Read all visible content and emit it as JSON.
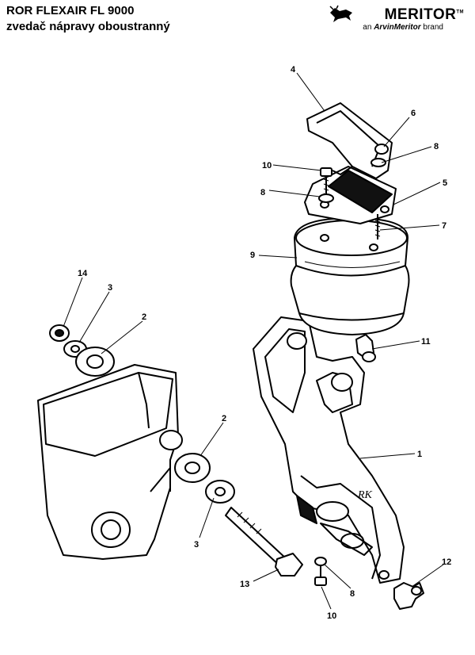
{
  "header": {
    "title_line1": "ROR  FLEXAIR FL 9000",
    "title_line2": "zvedač nápravy oboustranný"
  },
  "logo": {
    "brand": "MERITOR",
    "tm": "TM",
    "sub_prefix": "an ",
    "sub_brand": "ArvinMeritor",
    "sub_suffix": " brand",
    "icon": "bull-logo-icon"
  },
  "callouts": {
    "c1": "1",
    "c2a": "2",
    "c2b": "2",
    "c3a": "3",
    "c3b": "3",
    "c4": "4",
    "c5": "5",
    "c6": "6",
    "c7": "7",
    "c8a": "8",
    "c8b": "8",
    "c8c": "8",
    "c9": "9",
    "c10a": "10",
    "c10b": "10",
    "c11": "11",
    "c12": "12",
    "c13": "13",
    "c14": "14"
  },
  "stamp": "RK",
  "colors": {
    "line": "#000000",
    "paper": "#ffffff",
    "shade": "#111111"
  }
}
